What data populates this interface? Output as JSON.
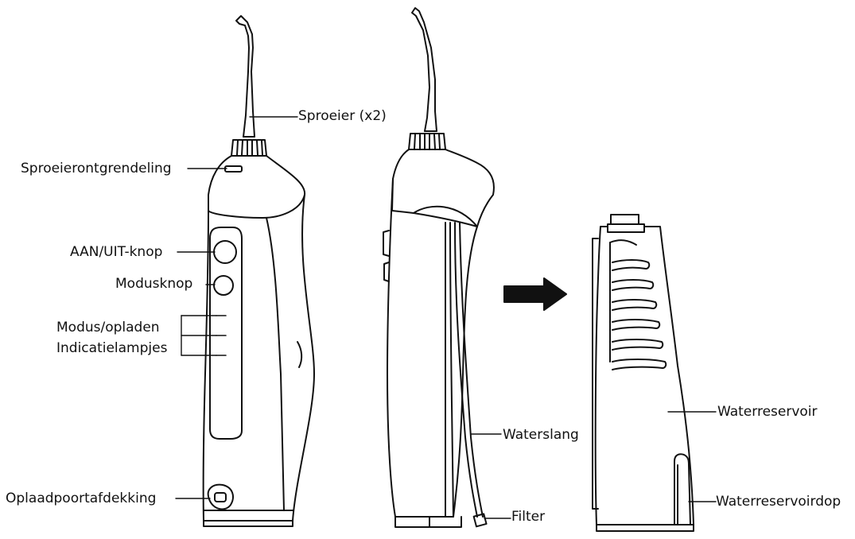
{
  "labels": {
    "nozzle": "Sproeier (x2)",
    "nozzle_release": "Sproeierontgrendeling",
    "power_button": "AAN/UIT-knop",
    "mode_button": "Modusknop",
    "indicator_line1": "Modus/opladen",
    "indicator_line2": "Indicatielampjes",
    "charge_port_cover": "Oplaadpoortafdekking",
    "water_hose": "Waterslang",
    "filter": "Filter",
    "water_reservoir": "Waterreservoir",
    "reservoir_cap": "Waterreservoirdop"
  },
  "colors": {
    "line": "#111111",
    "background": "#ffffff"
  },
  "icons": {
    "arrow": "right-arrow-icon"
  }
}
